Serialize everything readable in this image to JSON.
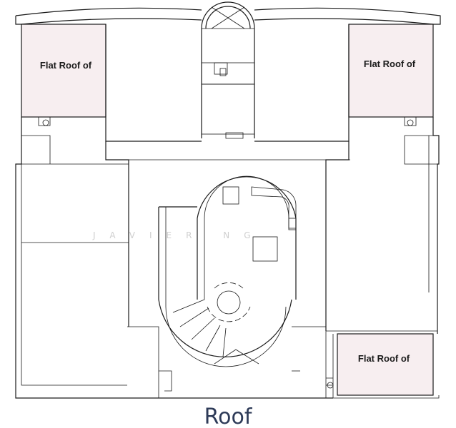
{
  "plan": {
    "caption": "Roof",
    "watermark": "JAVIER NG",
    "flat_roof_label": "Flat Roof of",
    "colors": {
      "flat_roof_fill": "#f7eef0",
      "line": "#1a1a1a",
      "caption": "#2e3b58"
    }
  }
}
